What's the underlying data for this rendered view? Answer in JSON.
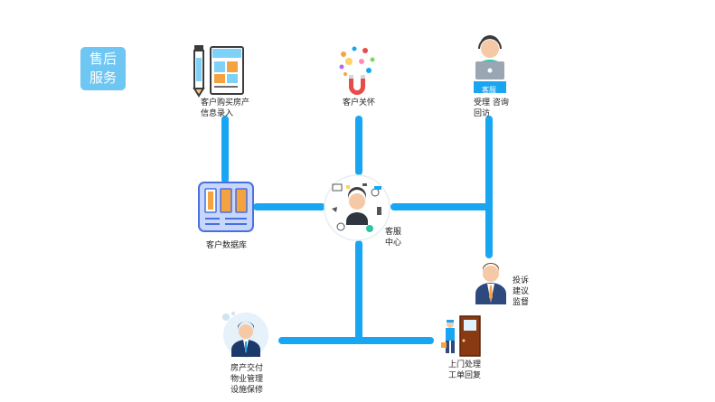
{
  "title": {
    "line1": "售后",
    "line2": "服务"
  },
  "nodes": {
    "purchase_info": {
      "line1": "客户购买房产",
      "line2": "信息录入"
    },
    "customer_care": {
      "line1": "客户关怀"
    },
    "service_desk": {
      "line1": "受理 咨询",
      "line2": "回访",
      "badge": "客服"
    },
    "database": {
      "line1": "客户数据库"
    },
    "center": {
      "line1": "客服",
      "line2": "中心"
    },
    "complaint": {
      "line1": "投诉",
      "line2": "建议",
      "line3": "监督"
    },
    "property": {
      "line1": "房产交付",
      "line2": "物业管理",
      "line3": "设施保修"
    },
    "onsite": {
      "line1": "上门处理",
      "line2": "工单回复"
    }
  },
  "colors": {
    "pipe": "#18a6f2",
    "badge": "#6ec6f2",
    "accent": "#f4a340"
  }
}
